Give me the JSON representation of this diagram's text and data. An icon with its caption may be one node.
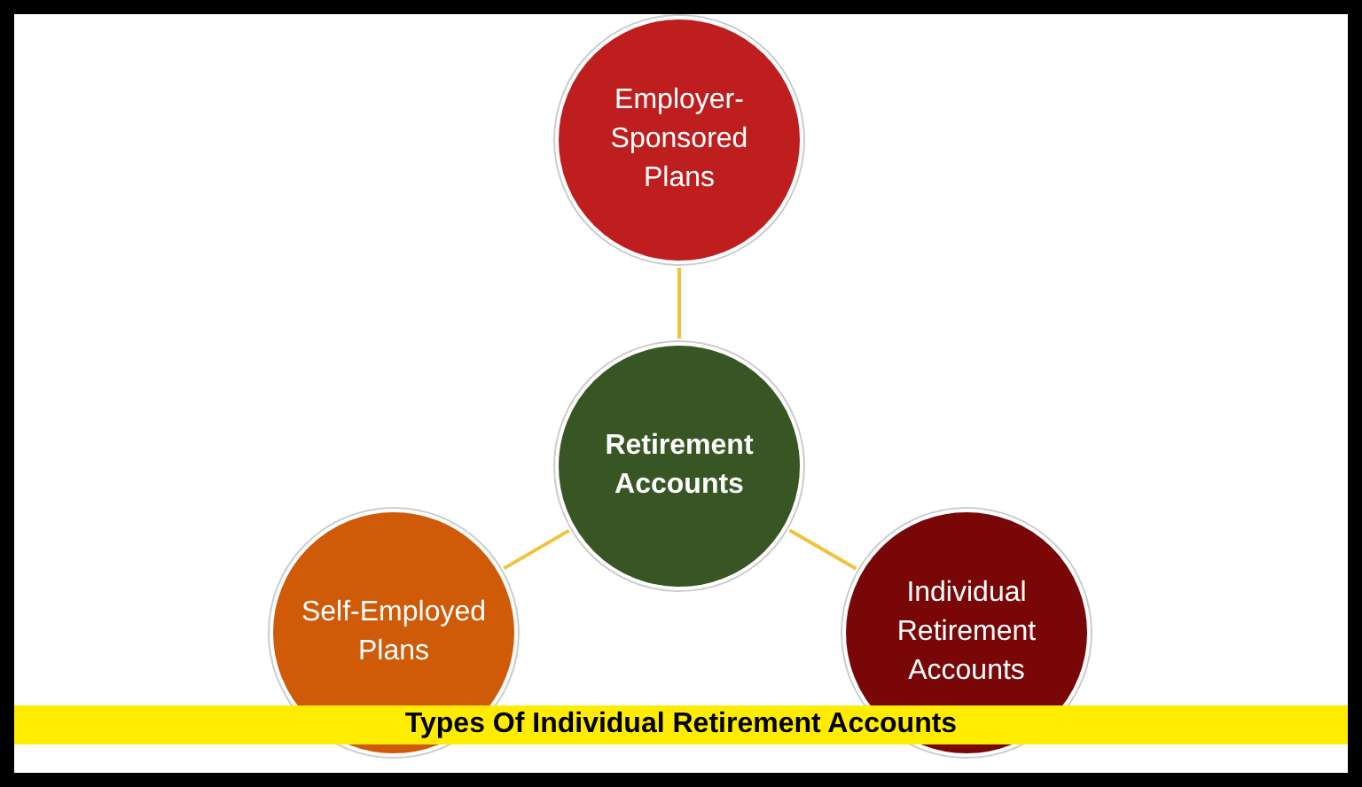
{
  "diagram": {
    "caption": "Types Of Individual Retirement Accounts",
    "nodes": [
      {
        "text": [
          "Employer-Sponsored Plans"
        ]
      },
      {
        "text": [
          "Retirement Accounts"
        ]
      },
      {
        "text": [
          "Self-Employed Plans"
        ]
      },
      {
        "text": [
          "Individual Retirement Accounts"
        ]
      }
    ],
    "edges": [
      {
        "from": 1,
        "to": 0,
        "arrow": "none"
      },
      {
        "from": 1,
        "to": 2,
        "arrow": "none"
      },
      {
        "from": 1,
        "to": 3,
        "arrow": "none"
      }
    ]
  }
}
